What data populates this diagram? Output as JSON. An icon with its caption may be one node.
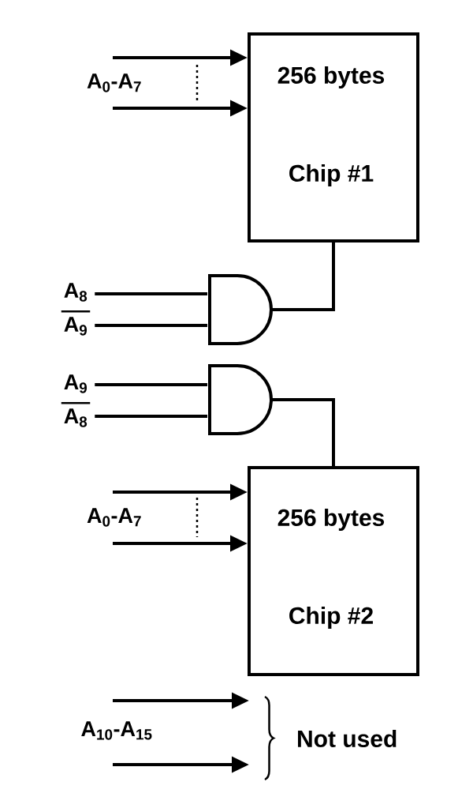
{
  "diagram": {
    "nodes": [
      {
        "text": [
          "256 bytes",
          "Chip #1"
        ]
      },
      {
        "text": [],
        "shape": "gate"
      },
      {
        "text": [],
        "shape": "gate"
      },
      {
        "text": [
          "256 bytes",
          "Chip #2"
        ]
      },
      {
        "text": [
          "A$_{8}$"
        ]
      },
      {
        "text": [
          "A$_{9}$"
        ]
      },
      {
        "text": [
          "A$_{9}$"
        ]
      },
      {
        "text": [
          "A$_{8}$"
        ]
      },
      {
        "text": [
          "Not used"
        ]
      }
    ],
    "edges": [
      {
        "from": null,
        "to": 0,
        "arrow": "to"
      },
      {
        "from": null,
        "to": 0,
        "arrow": "to"
      },
      {
        "from": 4,
        "to": 1,
        "arrow": "none"
      },
      {
        "from": 5,
        "to": 1,
        "arrow": "none"
      },
      {
        "from": 1,
        "to": 0,
        "arrow": "none"
      },
      {
        "from": 6,
        "to": 2,
        "arrow": "none"
      },
      {
        "from": 7,
        "to": 2,
        "arrow": "none"
      },
      {
        "from": 2,
        "to": 3,
        "arrow": "none"
      },
      {
        "from": null,
        "to": 3,
        "arrow": "to"
      },
      {
        "from": null,
        "to": 3,
        "arrow": "to"
      },
      {
        "from": null,
        "to": 8,
        "arrow": "to"
      },
      {
        "from": null,
        "to": 8,
        "arrow": "to"
      }
    ],
    "labels": [
      "A$_{0}$-A$_{7}$",
      "A$_{0}$-A$_{7}$",
      "A$_{10}$-A$_{15}$"
    ]
  }
}
